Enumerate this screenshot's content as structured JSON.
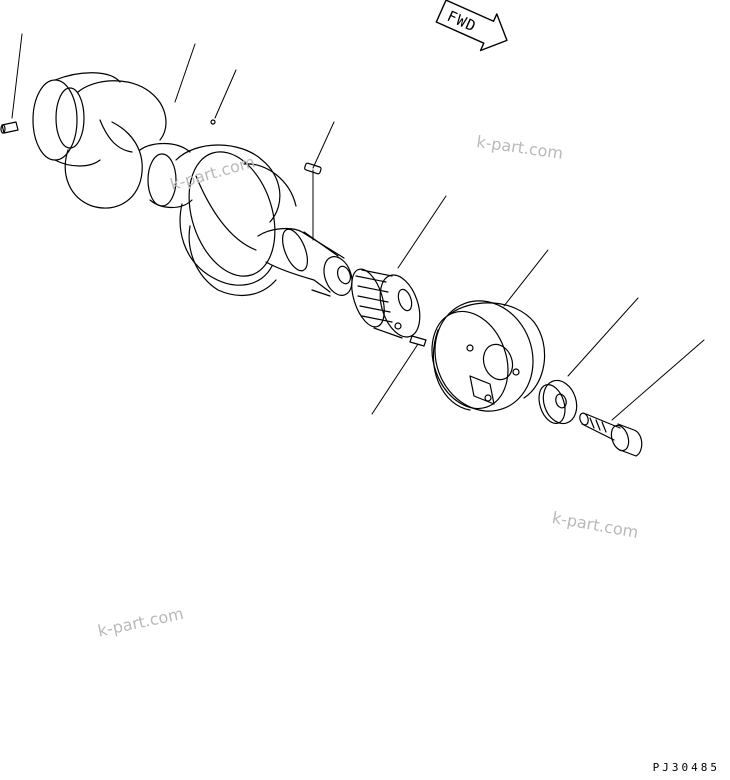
{
  "direction_label": "FWD",
  "drawing_code": "PJ30485",
  "watermarks": [
    "k-part.com",
    "k-part.com",
    "k-part.com",
    "k-part.com"
  ],
  "parts": [
    {
      "name": "pin"
    },
    {
      "name": "crankshaft"
    },
    {
      "name": "dowel-pin"
    },
    {
      "name": "key"
    },
    {
      "name": "crankshaft-gear"
    },
    {
      "name": "pin"
    },
    {
      "name": "pulley"
    },
    {
      "name": "washer"
    },
    {
      "name": "bolt"
    }
  ]
}
